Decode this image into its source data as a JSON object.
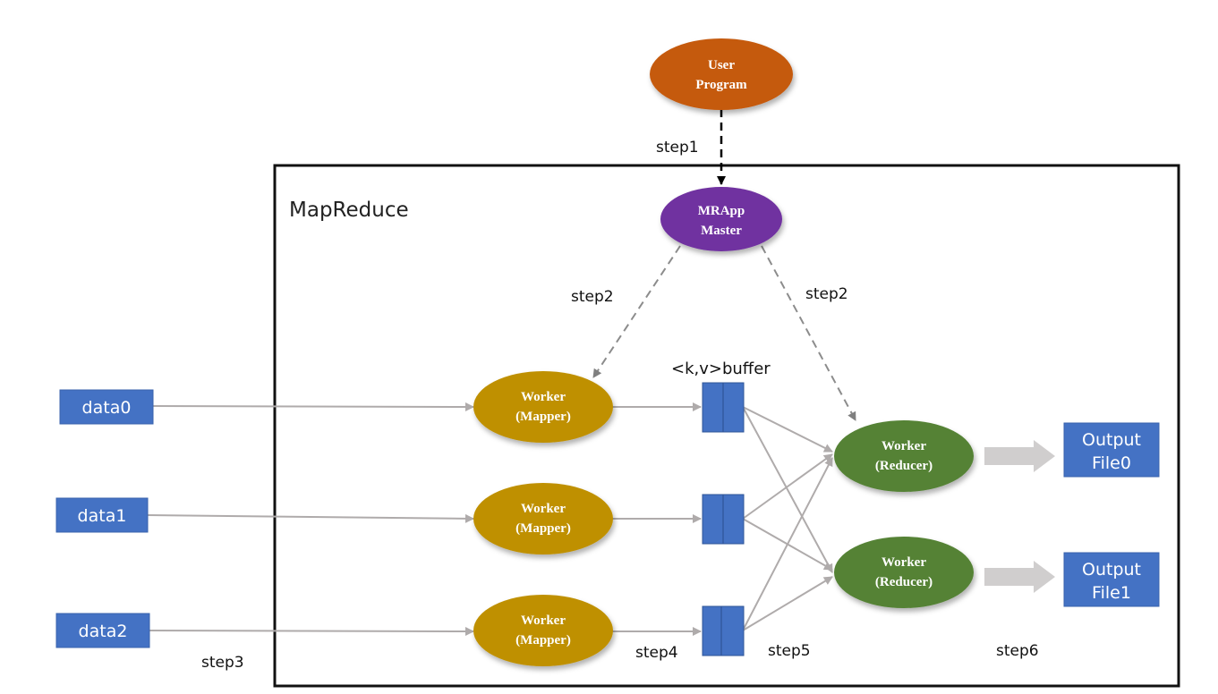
{
  "diagram": {
    "frame_title": "MapReduce",
    "user_program": {
      "line1": "User",
      "line2": "Program",
      "color": "#C55A11"
    },
    "master": {
      "line1": "MRApp",
      "line2": "Master",
      "color": "#7030A0"
    },
    "mappers": [
      {
        "line1": "Worker",
        "line2": "(Mapper)"
      },
      {
        "line1": "Worker",
        "line2": "(Mapper)"
      },
      {
        "line1": "Worker",
        "line2": "(Mapper)"
      }
    ],
    "mapper_color": "#BF9000",
    "reducers": [
      {
        "line1": "Worker",
        "line2": "(Reducer)"
      },
      {
        "line1": "Worker",
        "line2": "(Reducer)"
      }
    ],
    "reducer_color": "#548235",
    "inputs": [
      "data0",
      "data1",
      "data2"
    ],
    "outputs": [
      {
        "line1": "Output",
        "line2": "File0"
      },
      {
        "line1": "Output",
        "line2": "File1"
      }
    ],
    "box_color": "#4472C4",
    "buffer_label": "<k,v>buffer",
    "steps": {
      "step1": "step1",
      "step2_left": "step2",
      "step2_right": "step2",
      "step3": "step3",
      "step4": "step4",
      "step5": "step5",
      "step6": "step6"
    },
    "arrow_color": "#AFABAB"
  }
}
